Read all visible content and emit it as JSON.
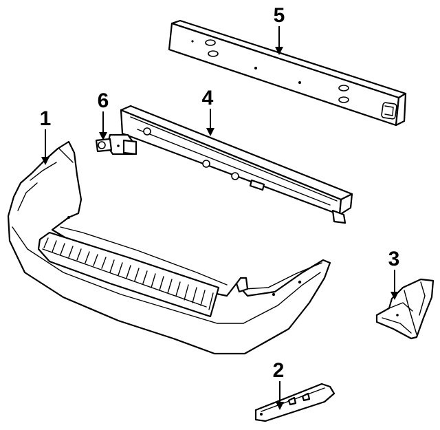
{
  "diagram": {
    "callouts": [
      {
        "id": "1",
        "label": "1"
      },
      {
        "id": "2",
        "label": "2"
      },
      {
        "id": "3",
        "label": "3"
      },
      {
        "id": "4",
        "label": "4"
      },
      {
        "id": "5",
        "label": "5"
      },
      {
        "id": "6",
        "label": "6"
      }
    ]
  },
  "colors": {
    "line": "#000000",
    "background": "#ffffff"
  }
}
